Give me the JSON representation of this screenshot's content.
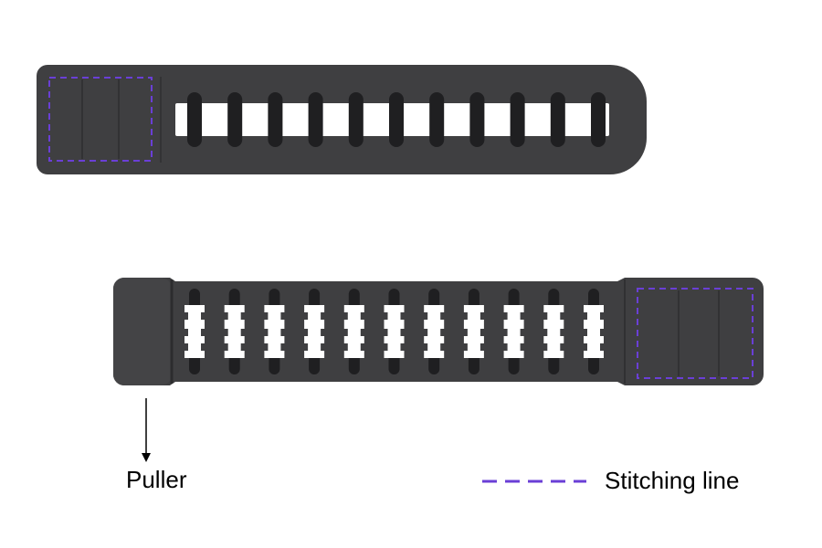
{
  "labels": {
    "puller": "Puller",
    "stitching_line": "Stitching line"
  },
  "colors": {
    "strap": "#3f3f41",
    "strap_edge": "#2e2e30",
    "slot": "#ffffff",
    "ring": "#1f1f21",
    "stitching": "#6a3fd6",
    "arrow": "#000000",
    "text": "#000000",
    "background": "#ffffff"
  },
  "icons": {
    "arrow": "arrow-down-icon"
  },
  "strap_top": {
    "ring_count": 11
  },
  "strap_bottom": {
    "ring_count": 11
  }
}
